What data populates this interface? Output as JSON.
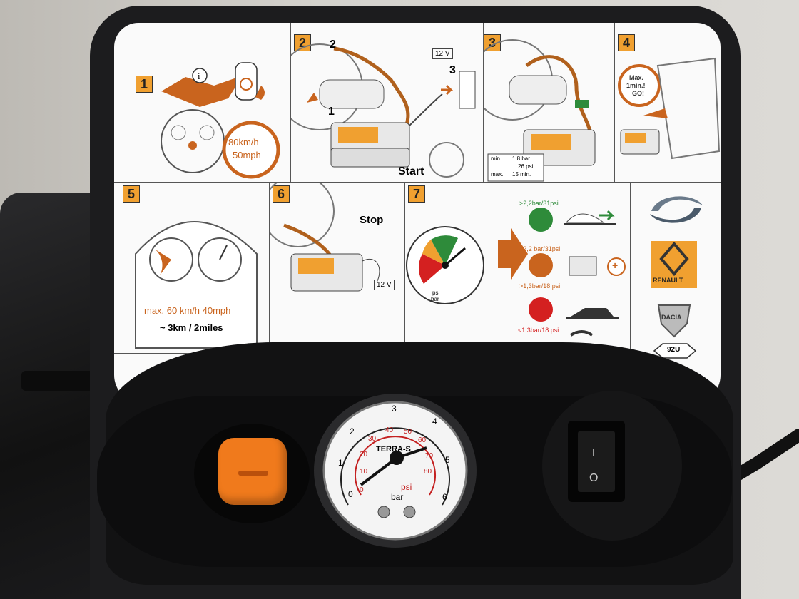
{
  "steps": {
    "s1": {
      "num": "1",
      "speed_line1": "80km/h",
      "speed_line2": "50mph"
    },
    "s2": {
      "num": "2",
      "callout_1": "1",
      "callout_2": "2",
      "callout_3": "3",
      "voltage": "12 V",
      "start": "Start"
    },
    "s3": {
      "num": "3",
      "spec_min_label": "min.",
      "spec_bar": "1,8 bar",
      "spec_psi": "26 psi",
      "spec_max_label": "max.",
      "spec_time": "15 min."
    },
    "s4": {
      "num": "4",
      "line1": "Max.",
      "line2": "1min.!",
      "line3": "GO!"
    },
    "s5": {
      "num": "5",
      "speed": "max. 60 km/h 40mph",
      "distance": "~ 3km / 2miles"
    },
    "s6": {
      "num": "6",
      "stop": "Stop",
      "voltage": "12 V"
    },
    "s7": {
      "num": "7",
      "gauge_unit_psi": "psi",
      "gauge_unit_bar": "bar",
      "green_label": ">2,2bar/31psi",
      "orange_label_top": "<2,2 bar/31psi",
      "orange_label_bottom": ">1,3bar/18 psi",
      "red_label": "<1,3bar/18 psi",
      "plus": "+"
    }
  },
  "brands": {
    "renault": "RENAULT",
    "dacia": "DACIA",
    "model": "92U"
  },
  "gauge": {
    "brand": "TERRA-S",
    "unit_psi": "psi",
    "unit_bar": "bar",
    "bar_ticks": [
      "0",
      "1",
      "2",
      "3",
      "4",
      "5",
      "6"
    ],
    "psi_ticks": [
      "0",
      "10",
      "20",
      "30",
      "40",
      "50",
      "60",
      "70",
      "80"
    ]
  },
  "switch": {
    "on": "I",
    "off": "O"
  },
  "colors": {
    "accent_orange": "#f0a030",
    "label_orange": "#c9641e",
    "green": "#2e8b3a",
    "red": "#d42020",
    "body": "#1c1c1e"
  }
}
